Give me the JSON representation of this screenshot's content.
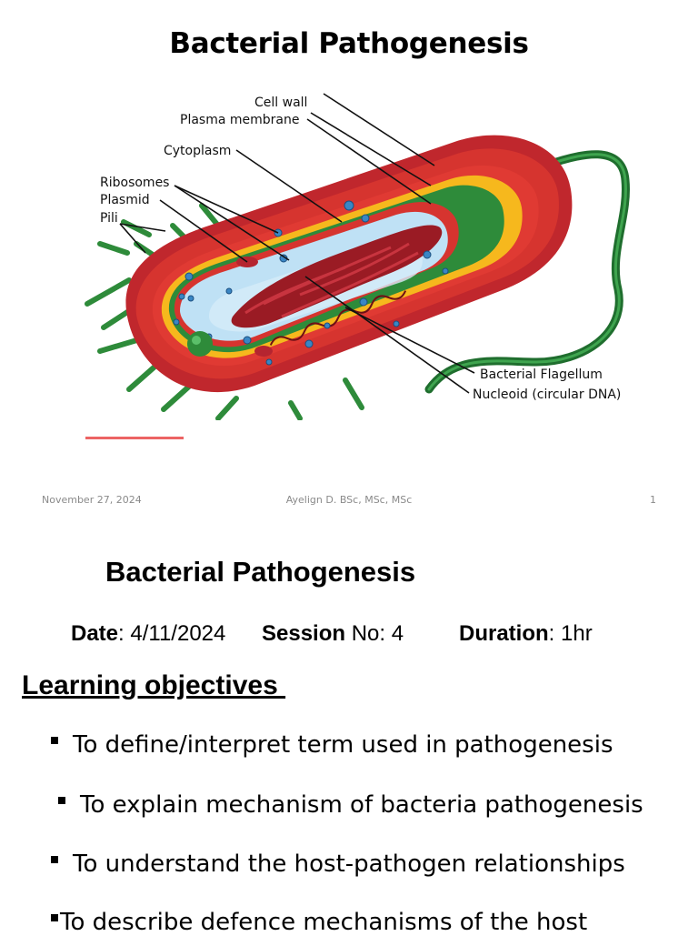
{
  "slide1": {
    "title": "Bacterial Pathogenesis",
    "diagram": {
      "labels": {
        "cell_wall": "Cell wall",
        "plasma_membrane": "Plasma membrane",
        "cytoplasm": "Cytoplasm",
        "ribosomes": "Ribosomes",
        "plasmid": "Plasmid",
        "pili": "Pili",
        "flagellum": "Bacterial Flagellum",
        "nucleoid": "Nucleoid (circular DNA)"
      },
      "colors": {
        "outer_wall": "#c0272d",
        "membrane_yellow": "#f6b81d",
        "inner_green": "#2e8b3a",
        "cytoplasm": "#bfe1f5",
        "nucleoid": "#9a1b24",
        "flagellum": "#1f6e2e"
      }
    },
    "footer": {
      "date": "November 27, 2024",
      "author": "Ayelign D. BSc, MSc, MSc",
      "page": "1"
    }
  },
  "slide2": {
    "title": "Bacterial Pathogenesis",
    "meta": {
      "date_label": "Date",
      "date_value": ": 4/11/2024",
      "session_label": "Session",
      "session_value": " No: 4",
      "duration_label": "Duration",
      "duration_value": ": 1hr"
    },
    "objectives_heading": "Learning objectives ",
    "objectives": [
      "To define/interpret term used in pathogenesis",
      "To explain mechanism of bacteria pathogenesis",
      "To understand the host-pathogen relationships",
      "To describe defence mechanisms of the host"
    ]
  }
}
